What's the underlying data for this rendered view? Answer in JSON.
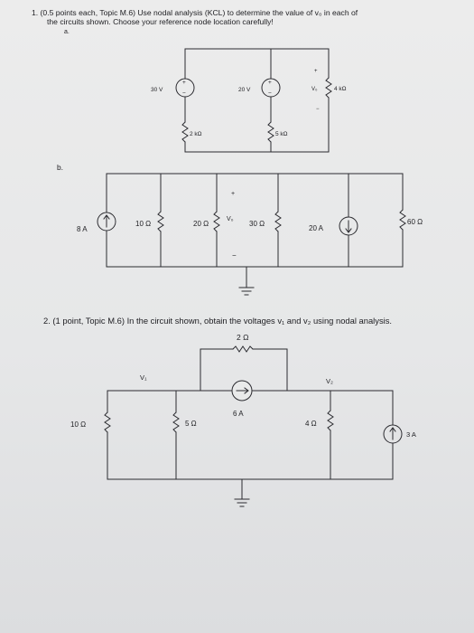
{
  "problem1": {
    "line1": "1.  (0.5 points each, Topic M.6) Use nodal analysis (KCL) to determine the value of v₀ in each of",
    "line2": "the circuits shown. Choose your reference node location carefully!",
    "part_a": "a.",
    "part_b": "b."
  },
  "circuit_a": {
    "v1": "30 V",
    "v2": "20 V",
    "vo": "V₀",
    "r_top": "4 kΩ",
    "r_left": "2 kΩ",
    "r_mid": "5 kΩ",
    "plus": "+",
    "minus": "−",
    "src_plus": "+",
    "src_minus": "−"
  },
  "circuit_b": {
    "i1": "8 A",
    "r1": "10 Ω",
    "r2": "20 Ω",
    "vo": "V₀",
    "r3": "30 Ω",
    "i2": "20 A",
    "r4": "60 Ω",
    "plus": "+",
    "minus": "−"
  },
  "problem2": {
    "line": "2.  (1 point, Topic M.6) In the circuit shown, obtain the voltages v₁ and v₂ using nodal analysis."
  },
  "circuit_2": {
    "r_top": "2 Ω",
    "node1": "V₁",
    "node2": "V₂",
    "r1": "10 Ω",
    "r2": "5 Ω",
    "i_mid": "6 A",
    "r3": "4 Ω",
    "i_right": "3 A"
  }
}
